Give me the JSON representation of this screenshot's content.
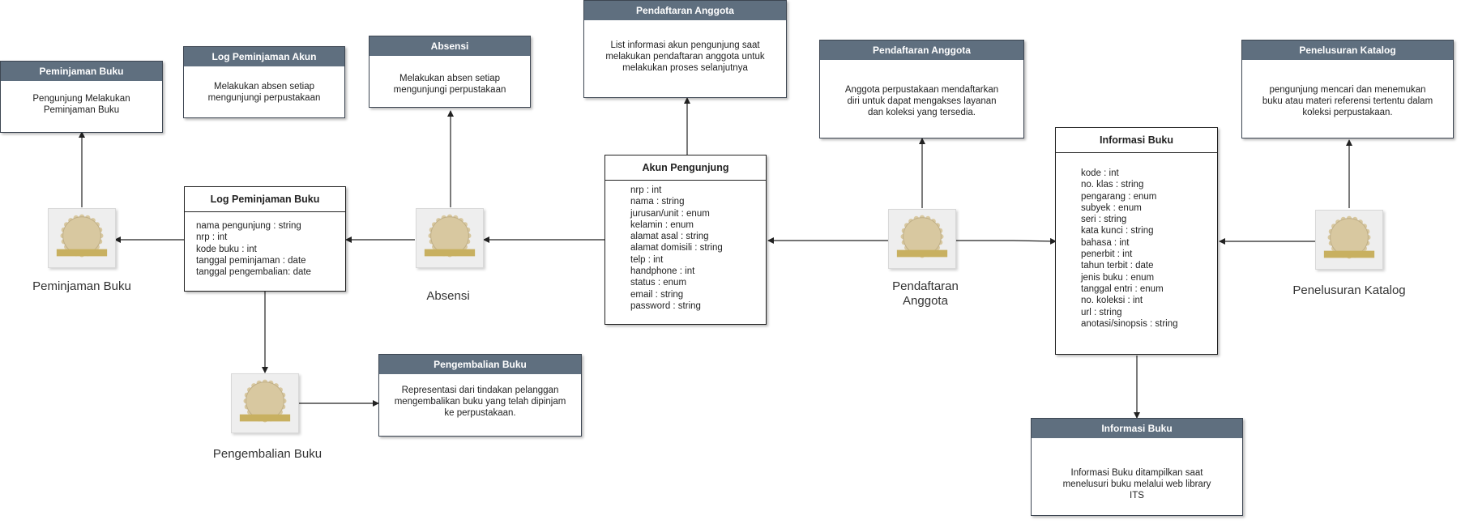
{
  "notes": {
    "peminjaman": {
      "title": "Peminjaman Buku",
      "body": "Pengunjung Melakukan Peminjaman Buku"
    },
    "log_akun": {
      "title": "Log Peminjaman Akun",
      "body": "Melakukan absen setiap mengunjungi perpustakaan"
    },
    "absensi": {
      "title": "Absensi",
      "body": "Melakukan absen setiap mengunjungi perpustakaan"
    },
    "pendaftaran_top": {
      "title": "Pendaftaran Anggota",
      "body": "List informasi akun pengunjung saat melakukan pendaftaran anggota untuk melakukan proses selanjutnya"
    },
    "pendaftaran_right": {
      "title": "Pendaftaran Anggota",
      "body": "Anggota perpustakaan mendaftarkan diri untuk dapat mengakses layanan dan koleksi yang tersedia."
    },
    "penelusuran": {
      "title": "Penelusuran Katalog",
      "body": "pengunjung mencari dan menemukan buku atau materi referensi tertentu dalam koleksi perpustakaan."
    },
    "pengembalian": {
      "title": "Pengembalian Buku",
      "body": "Representasi dari tindakan pelanggan mengembalikan buku yang telah dipinjam ke perpustakaan."
    },
    "informasi": {
      "title": "Informasi Buku",
      "body": "Informasi Buku ditampilkan saat menelusuri buku melalui web library ITS"
    }
  },
  "entities": {
    "log_peminjaman": {
      "title": "Log Peminjaman Buku",
      "attrs": [
        "nama pengunjung : string",
        "nrp : int",
        "kode buku : int",
        "tanggal peminjaman : date",
        "tanggal pengembalian: date"
      ]
    },
    "akun_pengunjung": {
      "title": "Akun Pengunjung",
      "attrs": [
        "nrp : int",
        "nama : string",
        "jurusan/unit : enum",
        "kelamin : enum",
        "alamat asal : string",
        "alamat domisili : string",
        "telp : int",
        "handphone : int",
        "status : enum",
        "email : string",
        "password : string"
      ]
    },
    "informasi_buku": {
      "title": "Informasi Buku",
      "attrs": [
        "kode : int",
        "no. klas : string",
        "pengarang : enum",
        "subyek : enum",
        "seri : string",
        "kata kunci : string",
        "bahasa : int",
        "penerbit : int",
        "tahun terbit : date",
        "jenis buku : enum",
        "tanggal entri : enum",
        "no. koleksi : int",
        "url : string",
        "anotasi/sinopsis : string"
      ]
    }
  },
  "actors": {
    "peminjaman": "Peminjaman Buku",
    "absensi": "Absensi",
    "pendaftaran": "Pendaftaran Anggota",
    "penelusuran": "Penelusuran Katalog",
    "pengembalian": "Pengembalian Buku"
  },
  "colors": {
    "note_header": "#5f6f7f",
    "line": "#222222",
    "actor_fill": "#d8c8a0",
    "actor_base": "#c8b060"
  }
}
